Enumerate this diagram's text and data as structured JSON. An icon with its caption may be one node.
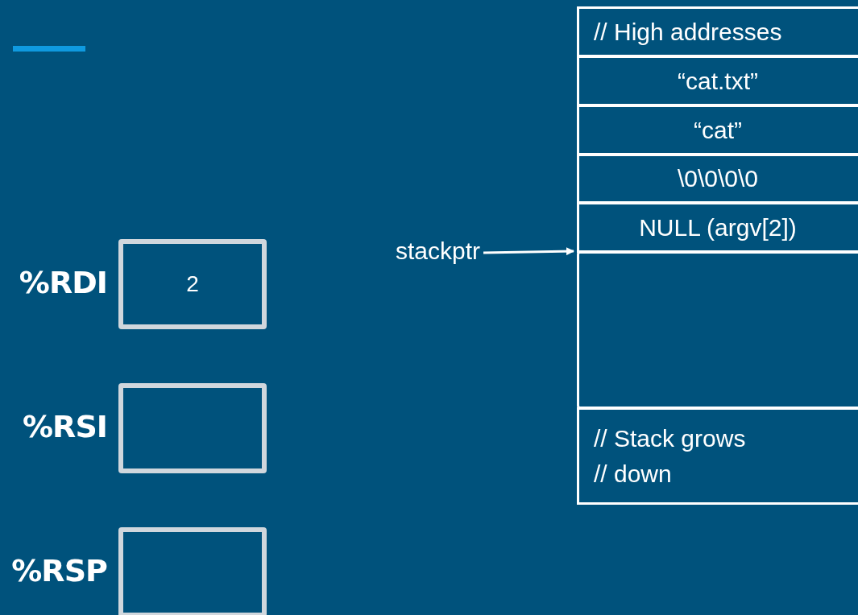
{
  "diagram": {
    "nodes": [
      {
        "text": [
          "2"
        ],
        "beside": [
          "%RDI"
        ]
      },
      {
        "text": [],
        "shape": "box",
        "beside": [
          "%RSI"
        ]
      },
      {
        "text": [],
        "shape": "box",
        "beside": [
          "%RSP"
        ]
      },
      {
        "text": [
          "stackptr"
        ]
      },
      {
        "text": [
          "// High addresses"
        ]
      },
      {
        "text": [
          "“cat.txt”"
        ]
      },
      {
        "text": [
          "“cat”"
        ]
      },
      {
        "text": [
          "\\0\\0\\0\\0"
        ]
      },
      {
        "text": [
          "NULL (argv[2])"
        ]
      },
      {
        "text": [],
        "shape": "box"
      },
      {
        "text": [
          "// Stack grows // down"
        ]
      }
    ],
    "edges": [
      {
        "from": 3,
        "to": 8,
        "arrow": "to"
      }
    ]
  }
}
